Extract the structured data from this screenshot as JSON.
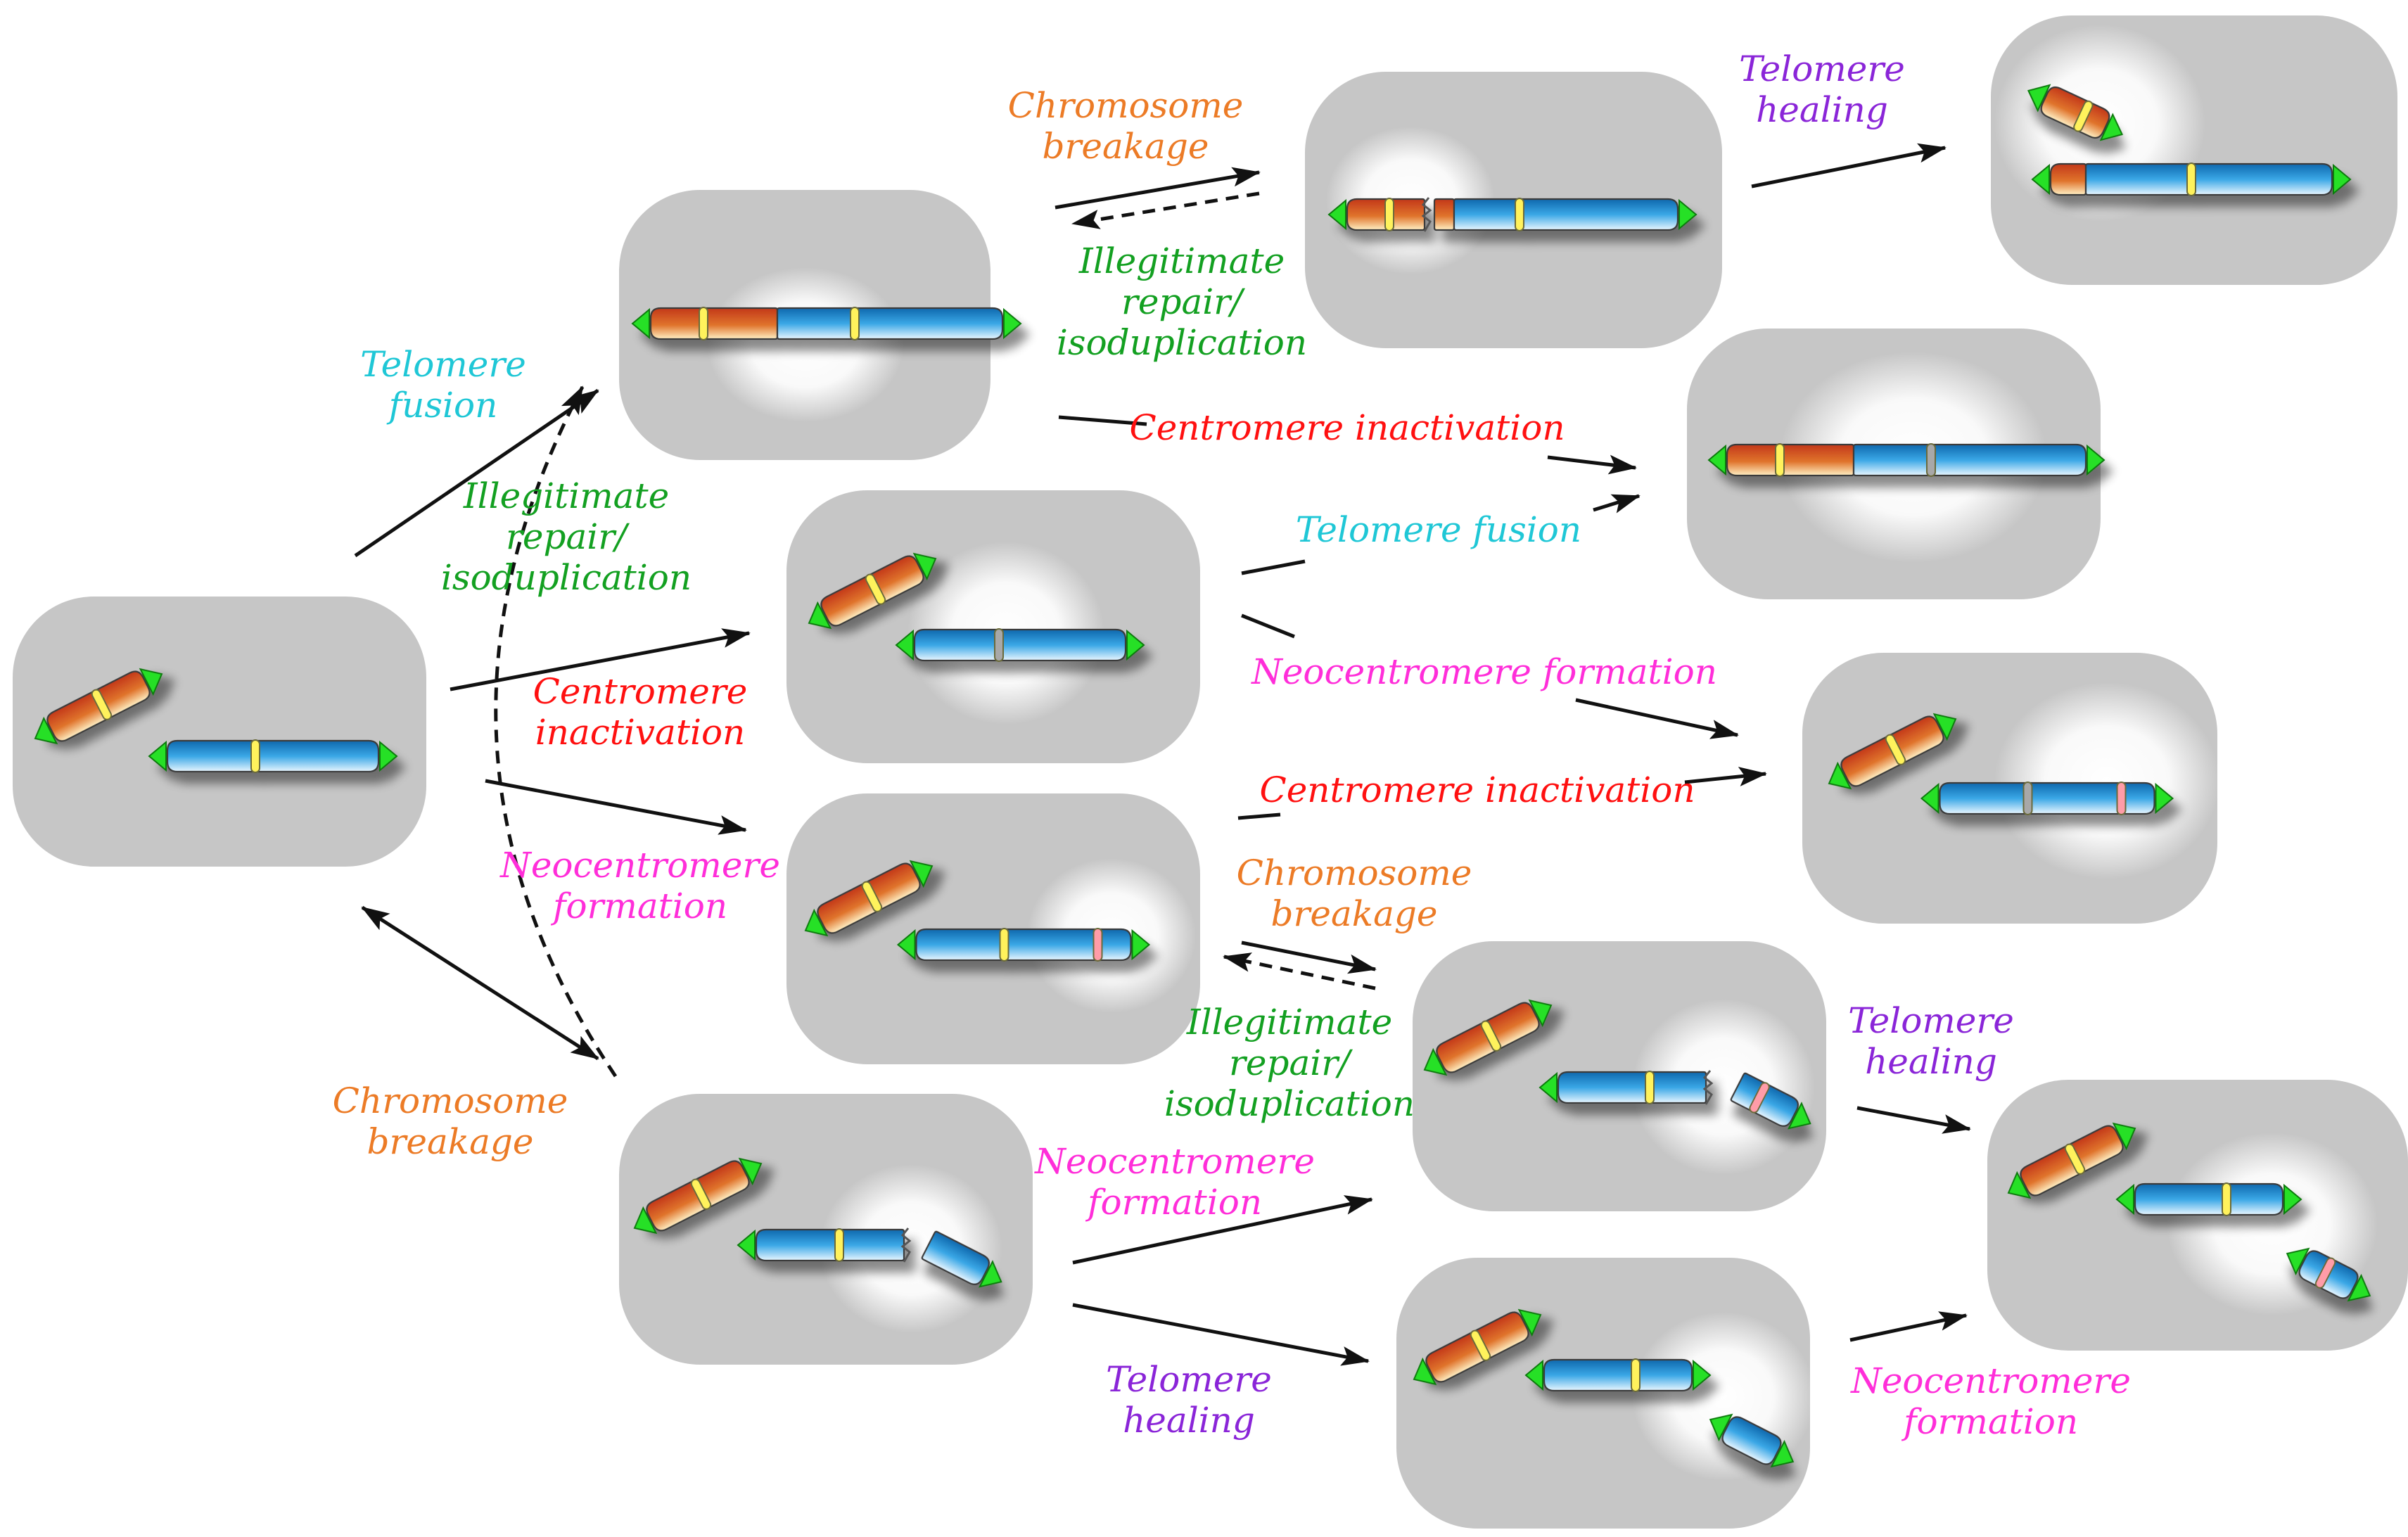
{
  "colors": {
    "cyan": "#1fc7d6",
    "green": "#13a021",
    "red": "#ff1010",
    "magenta": "#ff2ed9",
    "orange": "#ec7b26",
    "purple": "#8a25d8",
    "box_fill": "#c6c6c6",
    "chromosome_orange": "#d8531f",
    "chromosome_blue": "#1b8ad0",
    "centromere_active": "#fff25c",
    "centromere_inactive": "#a8a8a8",
    "neocentromere": "#ff9ca8",
    "telomere": "#28e028"
  },
  "labels": {
    "telomere_fusion_left": [
      "Telomere",
      "fusion"
    ],
    "illegit_left": [
      "Illegitimate",
      "repair/",
      "isoduplication"
    ],
    "centromere_inact_left": [
      "Centromere",
      "inactivation"
    ],
    "neocentromere_left": [
      "Neocentromere",
      "formation"
    ],
    "chrom_breakage_left": [
      "Chromosome",
      "breakage"
    ],
    "chrom_breakage_top": [
      "Chromosome",
      "breakage"
    ],
    "illegit_top": [
      "Illegitimate",
      "repair/",
      "isoduplication"
    ],
    "telomere_healing_top": [
      "Telomere",
      "healing"
    ],
    "centromere_inact_mid": "Centromere inactivation",
    "telomere_fusion_mid": "Telomere fusion",
    "neocentromere_mid": "Neocentromere formation",
    "centromere_inact_mid2": "Centromere inactivation",
    "chrom_breakage_mid": [
      "Chromosome",
      "breakage"
    ],
    "illegit_mid": [
      "Illegitimate",
      "repair/",
      "isoduplication"
    ],
    "telomere_healing_right": [
      "Telomere",
      "healing"
    ],
    "neocentromere_bottom": [
      "Neocentromere",
      "formation"
    ],
    "telomere_healing_bottom": [
      "Telomere",
      "healing"
    ],
    "neocentromere_right": [
      "Neocentromere",
      "formation"
    ]
  }
}
